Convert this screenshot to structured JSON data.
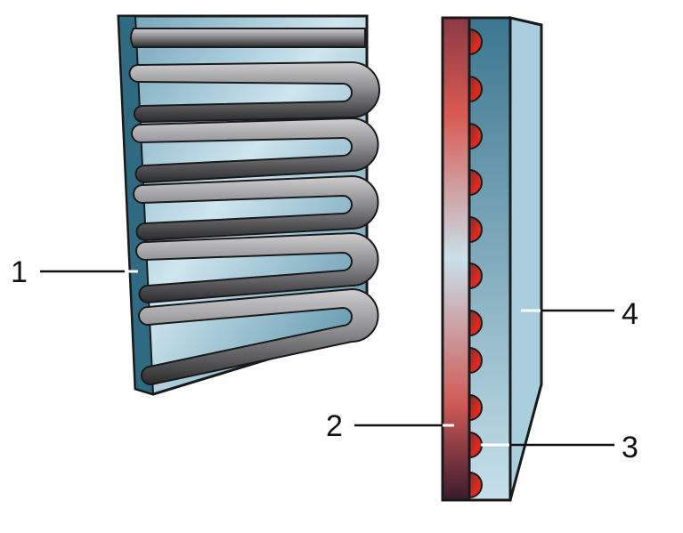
{
  "labels": [
    "1",
    "2",
    "3",
    "4"
  ],
  "colors": {
    "panel_dark": "#2e6a82",
    "panel_light": "#c9e3ee",
    "tube": "#7a7a7c",
    "red_layer": "#d0504a",
    "bump": "#d4261c",
    "outline": "#1a1a1a"
  }
}
